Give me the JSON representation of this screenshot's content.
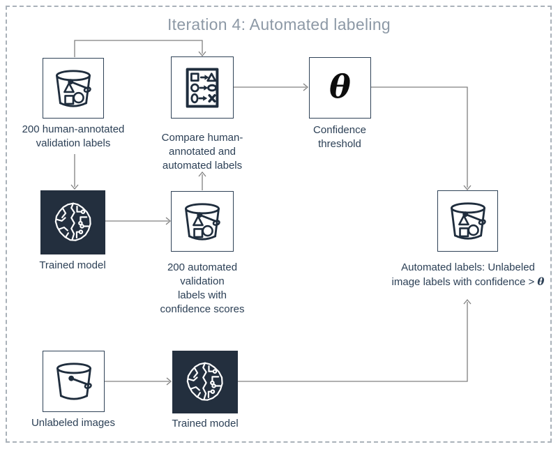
{
  "title": "Iteration 4: Automated labeling",
  "nodes": {
    "human_validation_labels": {
      "label": "200 human-annotated\nvalidation labels",
      "icon": "bucket-with-shapes-icon"
    },
    "compare_labels": {
      "label": "Compare human-\nannotated and\nautomated labels",
      "icon": "compare-labels-icon"
    },
    "confidence_threshold": {
      "label": "Confidence\nthreshold",
      "symbol": "θ"
    },
    "trained_model_upper": {
      "label": "Trained model",
      "icon": "ml-model-brain-icon"
    },
    "automated_validation_labels": {
      "label": "200 automated\nvalidation\nlabels with\nconfidence scores",
      "icon": "bucket-with-shapes-icon"
    },
    "automated_output_labels": {
      "label_line1": "Automated labels: Unlabeled",
      "label_line2": "image labels with confidence > ",
      "theta_symbol": "θ",
      "icon": "bucket-with-shapes-icon"
    },
    "unlabeled_images": {
      "label": "Unlabeled images",
      "icon": "bucket-empty-icon"
    },
    "trained_model_lower": {
      "label": "Trained model",
      "icon": "ml-model-brain-icon"
    }
  },
  "colors": {
    "dark_navy_fill": "#232f3e",
    "icon_stroke": "#1f2d3d",
    "box_border": "#2e4156",
    "label_text": "#2b3f55",
    "title_text": "#8d99a6",
    "connector_gray": "#808080",
    "frame_dash": "#a9b1b9"
  }
}
